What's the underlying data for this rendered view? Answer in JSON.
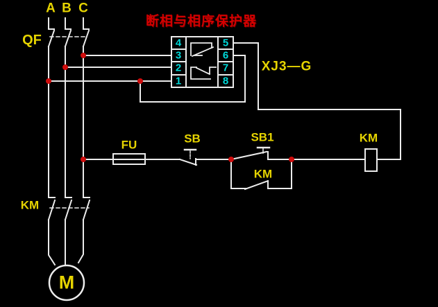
{
  "diagram": {
    "title": "断相与相序保护器",
    "protector_model": "XJ3—G",
    "phases": {
      "a": "A",
      "b": "B",
      "c": "C"
    },
    "breaker_label": "QF",
    "contactor_main_label": "KM",
    "motor_label": "M",
    "fuse_label": "FU",
    "stop_button_label": "SB",
    "start_button_label": "SB1",
    "aux_contact_label": "KM",
    "coil_label": "KM",
    "protector_terminals_left": [
      "4",
      "3",
      "2",
      "1"
    ],
    "protector_terminals_right": [
      "5",
      "6",
      "7",
      "8"
    ],
    "colors": {
      "background": "#000000",
      "wire": "#ececec",
      "label_yellow": "#e6d400",
      "terminal_cyan": "#00d9d9",
      "title_red": "#d40000",
      "junction_red": "#cf0d0d"
    }
  }
}
